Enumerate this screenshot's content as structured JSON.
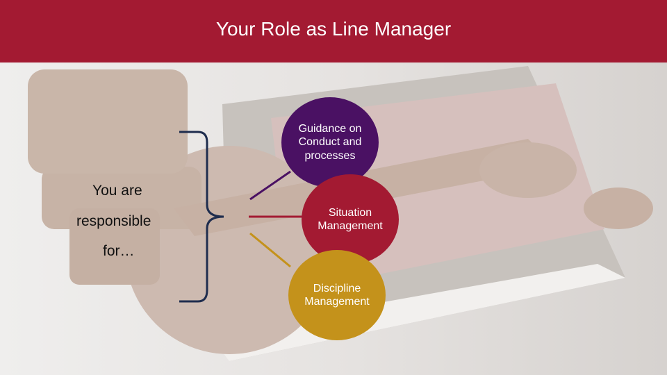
{
  "title": "Your Role as Line Manager",
  "lead": [
    "You are",
    "responsible",
    "for…"
  ],
  "items": [
    {
      "label": "Guidance on Conduct and processes",
      "color": "#4a1163"
    },
    {
      "label": "Situation Management",
      "color": "#a31a32"
    },
    {
      "label": "Discipline Management",
      "color": "#c4921b"
    }
  ],
  "colors": {
    "header": "#a31a32",
    "brace": "#1f2d4e"
  }
}
